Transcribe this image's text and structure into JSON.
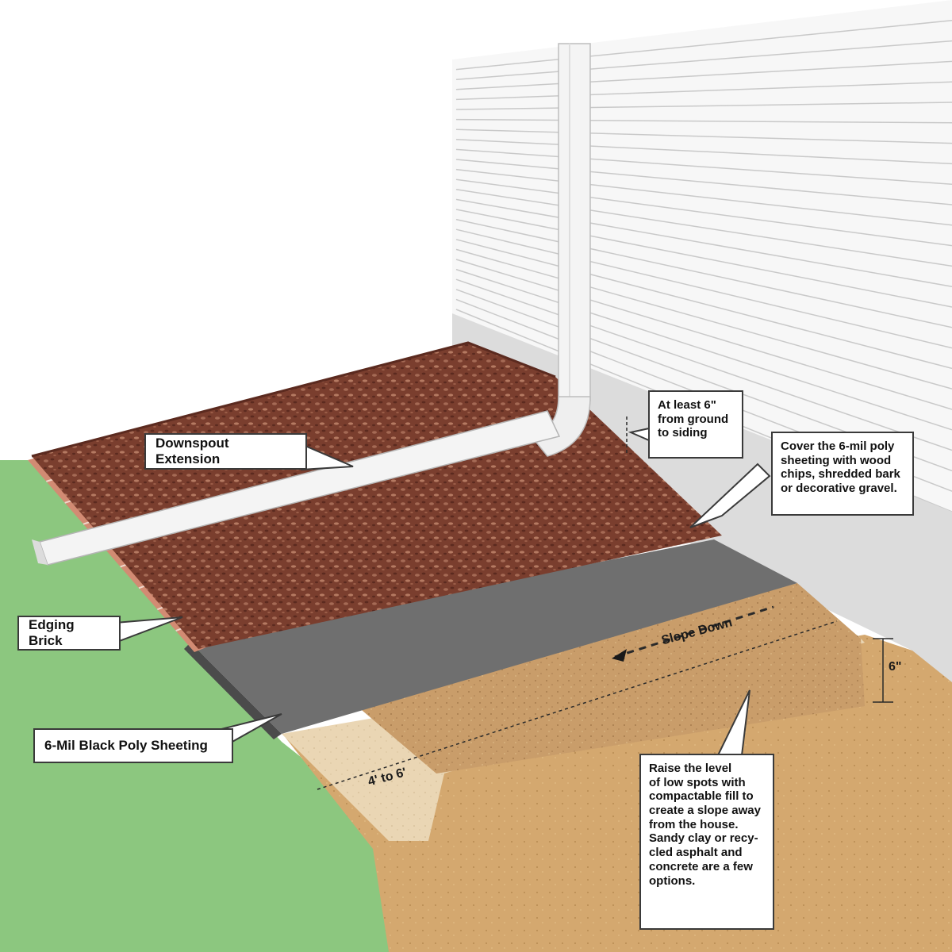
{
  "callouts": {
    "downspout_extension": "Downspout Extension",
    "edging_brick": "Edging Brick",
    "poly_sheeting": "6-Mil Black Poly Sheeting",
    "siding_clearance": "At least 6\"\nfrom ground\nto siding",
    "cover_sheeting": "Cover the 6-mil poly\nsheeting with wood\nchips, shredded bark\nor decorative gravel.",
    "raise_level": "Raise the level\nof low spots with\ncompactable fill to\ncreate a slope away\nfrom the house.\nSandy clay or recy-\ncled asphalt and\nconcrete are a few\noptions."
  },
  "dimensions": {
    "slope_down": "Slope Down",
    "height": "6\"",
    "width": "4' to 6'"
  },
  "colors": {
    "siding": "#f7f7f7",
    "siding_line": "#c9c9c9",
    "grass": "#8cc77f",
    "mulch": "#7a3e2e",
    "mulch_light": "#a56a55",
    "poly": "#6f6f6f",
    "fill_light": "#ead6b4",
    "fill_dark": "#c99d6a",
    "soil": "#d4a86f",
    "brick": "#d28b73",
    "pipe": "#f4f4f4"
  }
}
